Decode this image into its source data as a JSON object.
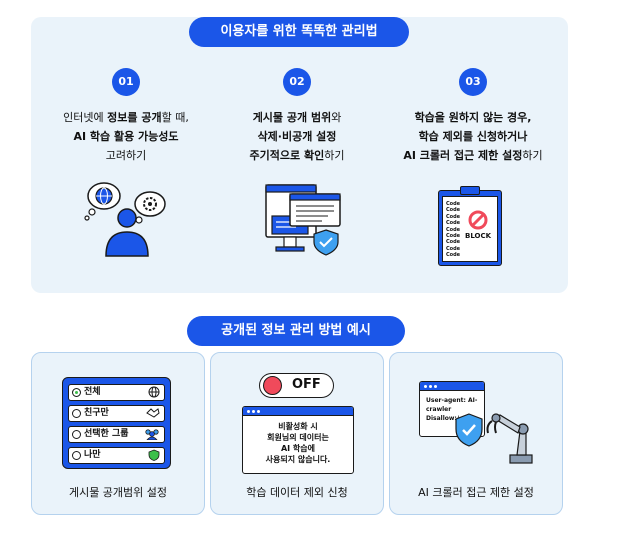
{
  "top_title": "이용자를 위한 똑똑한 관리법",
  "steps": [
    {
      "number": "01",
      "lines": [
        "인터넷에 ",
        "정보를 공개",
        "할 때,",
        "AI 학습 활용 가능성도",
        "고려하기"
      ]
    },
    {
      "number": "02",
      "lines": [
        "게시물 공개 범위",
        "와",
        "삭제·비공개 설정",
        "주기적으로 확인",
        "하기"
      ]
    },
    {
      "number": "03",
      "lines": [
        "학습을 원하지 않는 경우,",
        "학습 제외를 신청하거나",
        "AI 크롤러 접근 제한 설정",
        "하기"
      ]
    }
  ],
  "clipboard": {
    "code_lines": [
      "Code",
      "Code",
      "Code",
      "Code",
      "Code",
      "Code",
      "Code",
      "Code",
      "Code"
    ],
    "block_label": "BLOCK"
  },
  "bottom_title": "공개된 정보 관리 방법 예시",
  "cards": [
    {
      "label": "게시물 공개범위 설정",
      "options": [
        {
          "text": "전체",
          "icon": "globe-icon",
          "selected": true
        },
        {
          "text": "친구만",
          "icon": "handshake-icon",
          "selected": false
        },
        {
          "text": "선택한 그룹",
          "icon": "group-icon",
          "selected": false
        },
        {
          "text": "나만",
          "icon": "shield-icon",
          "selected": false
        }
      ]
    },
    {
      "label": "학습 데이터 제외 신청",
      "toggle": "OFF",
      "notice": [
        "비활성화 시",
        "회원님의 데이터는",
        "AI 학습에",
        "사용되지 않습니다."
      ]
    },
    {
      "label": "AI 크롤러 접근 제한 설정",
      "robots": [
        "User-agent: AI-crawler",
        "Disallow:/"
      ]
    }
  ],
  "colors": {
    "accent": "#1b56e8",
    "panel": "#eaf3fa",
    "card_border": "#b5d2ee",
    "alert": "#f04a5b",
    "check": "#3cbf4a"
  }
}
